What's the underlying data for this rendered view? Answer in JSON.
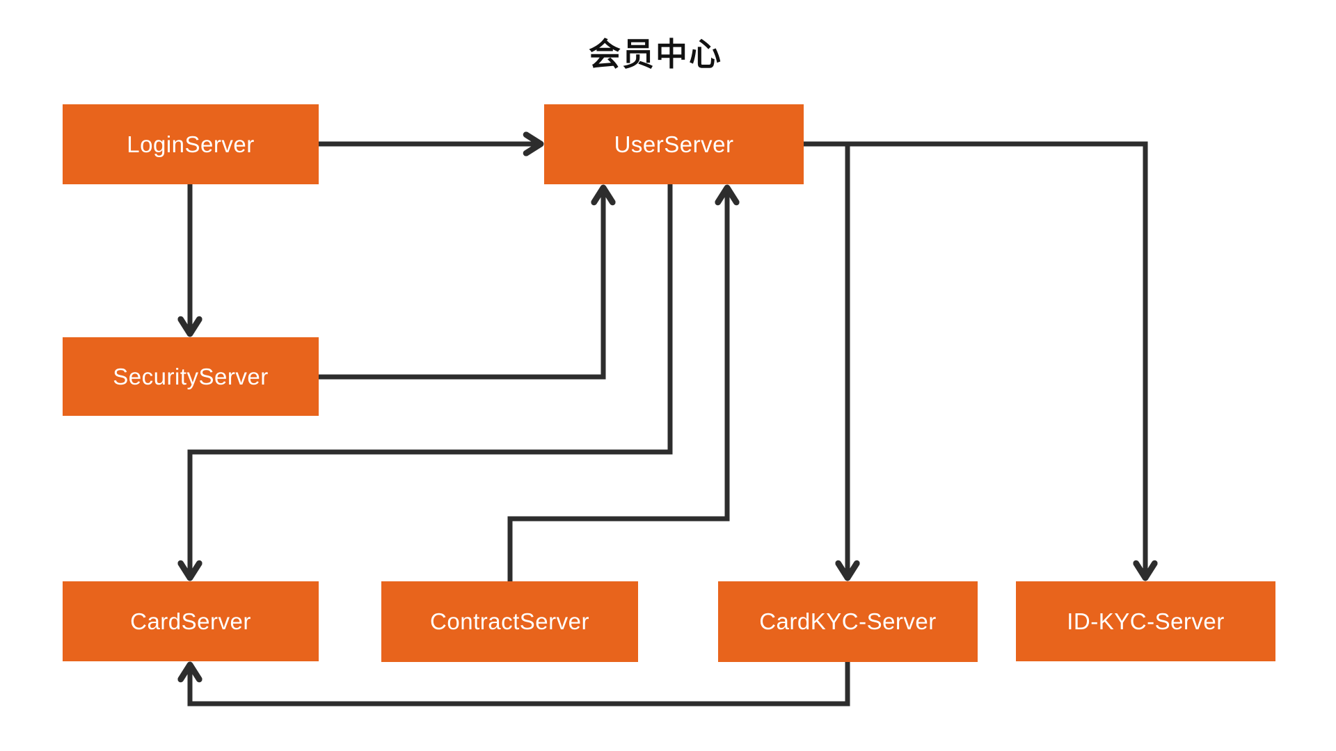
{
  "diagram": {
    "title": "会员中心",
    "accent_color": "#e8641c",
    "line_color": "#2d2d2d",
    "node_text_color": "#ffffff",
    "background_color": "#ffffff",
    "nodes": [
      {
        "id": "login-server",
        "label": "LoginServer"
      },
      {
        "id": "user-server",
        "label": "UserServer"
      },
      {
        "id": "security-server",
        "label": "SecurityServer"
      },
      {
        "id": "card-server",
        "label": "CardServer"
      },
      {
        "id": "contract-server",
        "label": "ContractServer"
      },
      {
        "id": "cardkyc-server",
        "label": "CardKYC-Server"
      },
      {
        "id": "idkyc-server",
        "label": "ID-KYC-Server"
      }
    ],
    "edges": [
      {
        "from": "LoginServer",
        "to": "UserServer"
      },
      {
        "from": "LoginServer",
        "to": "SecurityServer"
      },
      {
        "from": "SecurityServer",
        "to": "UserServer"
      },
      {
        "from": "UserServer",
        "to": "CardServer"
      },
      {
        "from": "ContractServer",
        "to": "UserServer"
      },
      {
        "from": "UserServer",
        "to": "CardKYC-Server"
      },
      {
        "from": "UserServer",
        "to": "ID-KYC-Server"
      },
      {
        "from": "CardKYC-Server",
        "to": "CardServer"
      }
    ]
  }
}
